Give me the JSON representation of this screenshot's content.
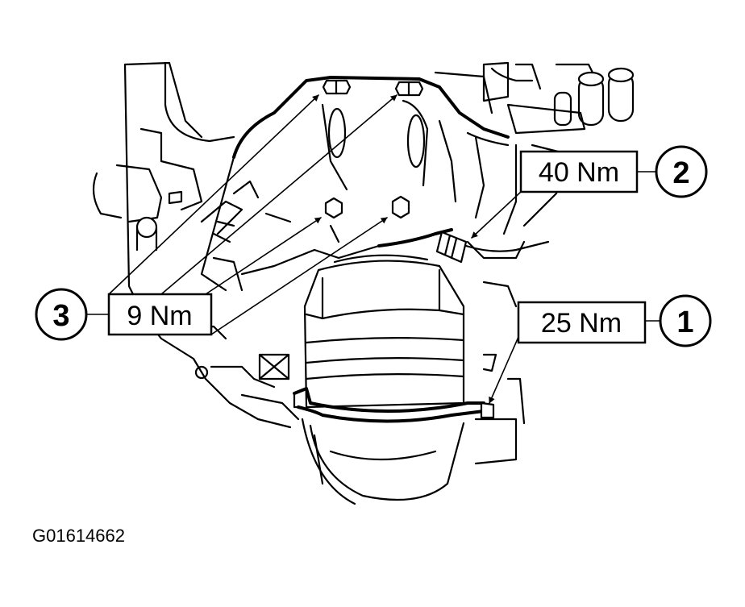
{
  "figure_id": "G01614662",
  "callouts": [
    {
      "number": "1",
      "torque": "25 Nm"
    },
    {
      "number": "2",
      "torque": "40 Nm"
    },
    {
      "number": "3",
      "torque": "9 Nm"
    }
  ]
}
